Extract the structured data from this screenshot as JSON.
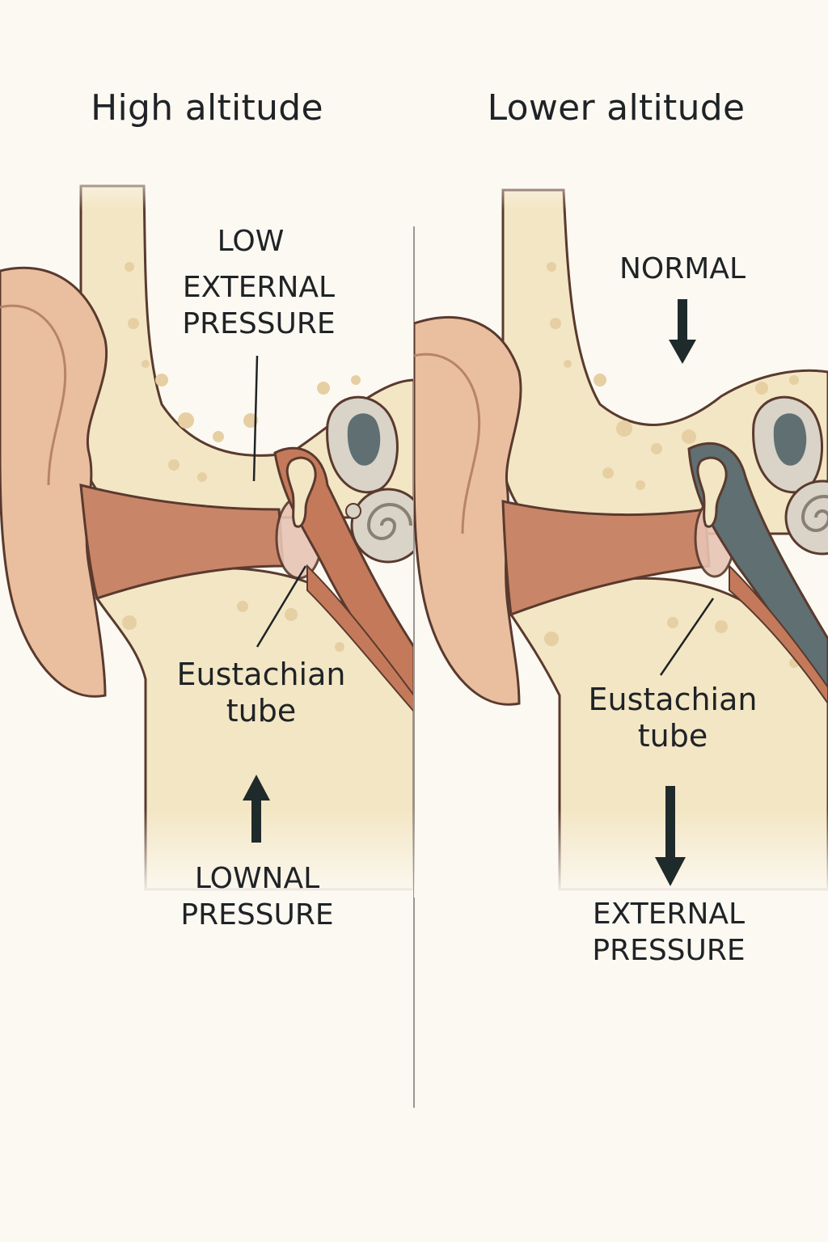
{
  "panels": [
    {
      "title": "High altitude",
      "top_label": [
        "LOW",
        "EXTERNAL",
        "PRESSURE"
      ],
      "tube_label": [
        "Eustachian",
        "tube"
      ],
      "bottom_label": [
        "LOWNAL",
        "PRESSURE"
      ],
      "top_arrow": "none",
      "bottom_arrow": "up"
    },
    {
      "title": "Lower altitude",
      "top_label": [
        "NORMAL"
      ],
      "tube_label": [
        "Eustachian",
        "tube"
      ],
      "bottom_label": [
        "EXTERNAL",
        "PRESSURE"
      ],
      "top_arrow": "down",
      "bottom_arrow": "down"
    }
  ],
  "colors": {
    "background": "#fcf9f2",
    "skin": "#e9bfa0",
    "canal": "#c98568",
    "bone": "#f3e6c4",
    "bone_spots": "#e6cfa2",
    "middle_ear_air": "#c47a5a",
    "inner_ear": "#5f6f72",
    "outline": "#5a3a2e",
    "text": "#1f2326"
  },
  "icons": [
    "arrow-up-icon",
    "arrow-down-icon"
  ]
}
